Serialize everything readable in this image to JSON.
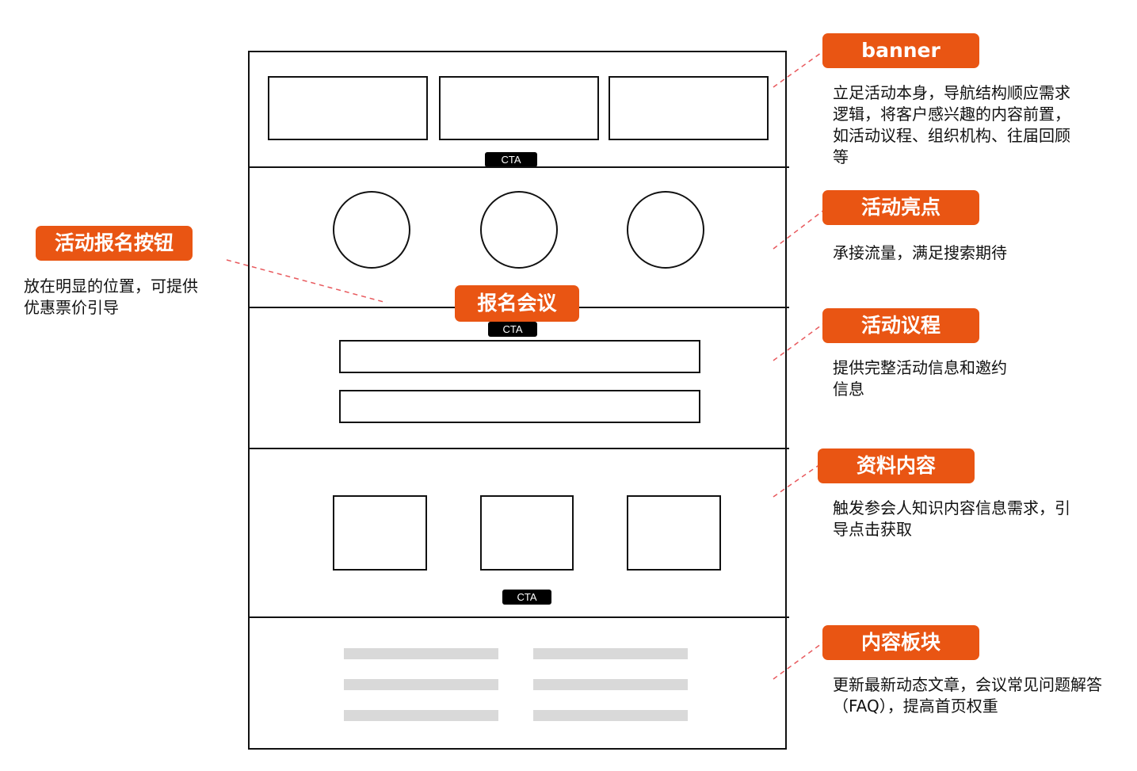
{
  "annotations": [
    {
      "id": "banner",
      "title": "banner",
      "desc": "立足活动本身，导航结构顺应需求逻辑，将客户感兴趣的内容前置，如活动议程、组织机构、往届回顾等"
    },
    {
      "id": "highlights",
      "title": "活动亮点",
      "desc": "承接流量，满足搜索期待"
    },
    {
      "id": "agenda",
      "title": "活动议程",
      "desc": "提供完整活动信息和邀约信息"
    },
    {
      "id": "resources",
      "title": "资料内容",
      "desc": "触发参会人知识内容信息需求，引导点击获取"
    },
    {
      "id": "content",
      "title": "内容板块",
      "desc": "更新最新动态文章，会议常见问题解答（FAQ），提高首页权重"
    },
    {
      "id": "register-note",
      "title": "活动报名按钮",
      "desc": "放在明显的位置，可提供优惠票价引导"
    }
  ],
  "register_button": {
    "label": "报名会议"
  },
  "cta": {
    "label": "CTA"
  },
  "colors": {
    "accent": "#e95513",
    "line": "#111111",
    "dash": "#e8595d",
    "placeholder": "#d9d9d9"
  }
}
